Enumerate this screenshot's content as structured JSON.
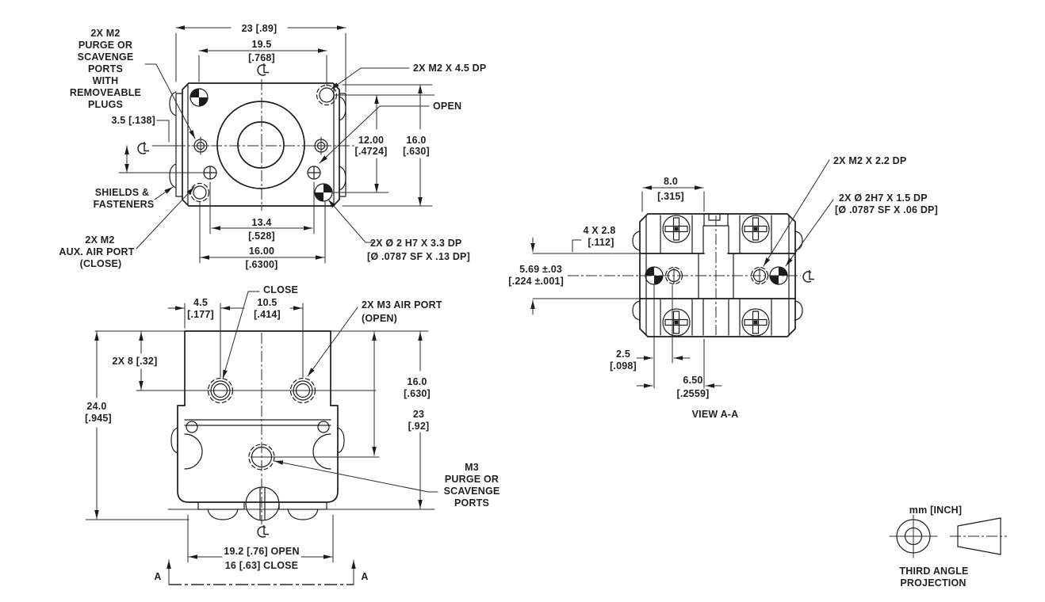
{
  "colors": {
    "line": "#1c1c1c",
    "text": "#231f20",
    "background": "#ffffff"
  },
  "front_view": {
    "purge_label": [
      "2X M2",
      "PURGE OR",
      "SCAVENGE",
      "PORTS",
      "WITH",
      "REMOVEABLE",
      "PLUGS"
    ],
    "tap_callout": "2X M2 X 4.5 DP",
    "open_label": "OPEN",
    "shields_label": [
      "SHIELDS &",
      "FASTENERS"
    ],
    "aux_label": [
      "2X M2",
      "AUX. AIR PORT",
      "(CLOSE)"
    ],
    "dowel_callout": [
      "2X Ø 2 H7 X 3.3 DP",
      "[Ø .0787 SF X .13 DP]"
    ],
    "dim_width_overall": "23 [.89]",
    "dim_width_ports": [
      "19.5",
      "[.768]"
    ],
    "dim_offset": "3.5 [.138]",
    "dim_height_holes": [
      "12.00",
      "[.4724]"
    ],
    "dim_height_overall": [
      "16.0",
      "[.630]"
    ],
    "dim_width_screws": [
      "13.4",
      "[.528]"
    ],
    "dim_width_lower": [
      "16.00",
      "[.6300]"
    ]
  },
  "bottom_view": {
    "close_label": "CLOSE",
    "air_port_label": [
      "2X M3 AIR PORT",
      "(OPEN)"
    ],
    "purge_label": [
      "M3",
      "PURGE OR",
      "SCAVENGE",
      "PORTS"
    ],
    "dim_edge_port": [
      "4.5",
      "[.177]"
    ],
    "dim_port_span": [
      "10.5",
      "[.414]"
    ],
    "dim_port_depth": "2X 8 [.32]",
    "dim_center_port": [
      "16.0",
      "[.630]"
    ],
    "dim_body": [
      "23",
      "[.92]"
    ],
    "dim_overall": [
      "24.0",
      "[.945]"
    ],
    "dim_open": "19.2 [.76] OPEN",
    "dim_close": "16 [.63] CLOSE",
    "section_marker": "A"
  },
  "section_view": {
    "title": "VIEW A-A",
    "tap_callout": "2X M2 X 2.2 DP",
    "dowel_callout": [
      "2X Ø 2H7 X 1.5 DP",
      "[Ø .0787 SF X .06 DP]"
    ],
    "dim_top": [
      "8.0",
      "[.315]"
    ],
    "dim_bumps": [
      "4 X 2.8",
      "[.112]"
    ],
    "dim_band": [
      "5.69 ±.03",
      "[.224 ±.001]"
    ],
    "dim_pin_gap": [
      "2.5",
      "[.098]"
    ],
    "dim_pin_center": [
      "6.50",
      "[.2559]"
    ]
  },
  "footer": {
    "units": "mm [INCH]",
    "projection": [
      "THIRD ANGLE",
      "PROJECTION"
    ]
  }
}
